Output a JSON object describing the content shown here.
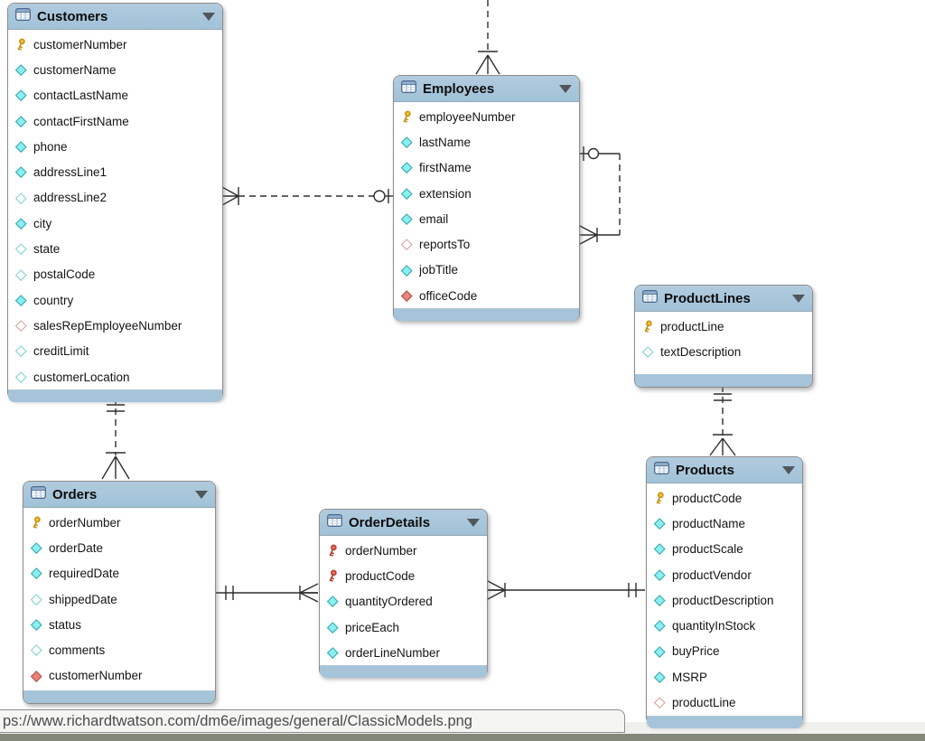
{
  "browser": {
    "status_url": "ps://www.richardtwatson.com/dm6e/images/general/ClassicModels.png"
  },
  "tables": {
    "customers": {
      "title": "Customers",
      "fields": [
        {
          "name": "customerNumber",
          "icon": "pk"
        },
        {
          "name": "customerName",
          "icon": "attr"
        },
        {
          "name": "contactLastName",
          "icon": "attr"
        },
        {
          "name": "contactFirstName",
          "icon": "attr"
        },
        {
          "name": "phone",
          "icon": "attr"
        },
        {
          "name": "addressLine1",
          "icon": "attr"
        },
        {
          "name": "addressLine2",
          "icon": "attr-null"
        },
        {
          "name": "city",
          "icon": "attr"
        },
        {
          "name": "state",
          "icon": "attr-null"
        },
        {
          "name": "postalCode",
          "icon": "attr-null"
        },
        {
          "name": "country",
          "icon": "attr"
        },
        {
          "name": "salesRepEmployeeNumber",
          "icon": "fk-null"
        },
        {
          "name": "creditLimit",
          "icon": "attr-null"
        },
        {
          "name": "customerLocation",
          "icon": "attr-null"
        }
      ]
    },
    "employees": {
      "title": "Employees",
      "fields": [
        {
          "name": "employeeNumber",
          "icon": "pk"
        },
        {
          "name": "lastName",
          "icon": "attr"
        },
        {
          "name": "firstName",
          "icon": "attr"
        },
        {
          "name": "extension",
          "icon": "attr"
        },
        {
          "name": "email",
          "icon": "attr"
        },
        {
          "name": "reportsTo",
          "icon": "fk-null"
        },
        {
          "name": "jobTitle",
          "icon": "attr"
        },
        {
          "name": "officeCode",
          "icon": "fk"
        }
      ]
    },
    "productlines": {
      "title": "ProductLines",
      "fields": [
        {
          "name": "productLine",
          "icon": "pk"
        },
        {
          "name": "textDescription",
          "icon": "attr-null"
        }
      ]
    },
    "products": {
      "title": "Products",
      "fields": [
        {
          "name": "productCode",
          "icon": "pk"
        },
        {
          "name": "productName",
          "icon": "attr"
        },
        {
          "name": "productScale",
          "icon": "attr"
        },
        {
          "name": "productVendor",
          "icon": "attr"
        },
        {
          "name": "productDescription",
          "icon": "attr"
        },
        {
          "name": "quantityInStock",
          "icon": "attr"
        },
        {
          "name": "buyPrice",
          "icon": "attr"
        },
        {
          "name": "MSRP",
          "icon": "attr"
        },
        {
          "name": "productLine",
          "icon": "fk-null"
        }
      ]
    },
    "orders": {
      "title": "Orders",
      "fields": [
        {
          "name": "orderNumber",
          "icon": "pk"
        },
        {
          "name": "orderDate",
          "icon": "attr"
        },
        {
          "name": "requiredDate",
          "icon": "attr"
        },
        {
          "name": "shippedDate",
          "icon": "attr-null"
        },
        {
          "name": "status",
          "icon": "attr"
        },
        {
          "name": "comments",
          "icon": "attr-null"
        },
        {
          "name": "customerNumber",
          "icon": "fk"
        }
      ]
    },
    "orderdetails": {
      "title": "OrderDetails",
      "fields": [
        {
          "name": "orderNumber",
          "icon": "pk-fk"
        },
        {
          "name": "productCode",
          "icon": "pk-fk"
        },
        {
          "name": "quantityOrdered",
          "icon": "attr"
        },
        {
          "name": "priceEach",
          "icon": "attr"
        },
        {
          "name": "orderLineNumber",
          "icon": "attr"
        }
      ]
    }
  },
  "relationships": [
    {
      "from": "offscreen-top",
      "to": "Employees",
      "line": "dashed",
      "from_end": "unknown",
      "to_end": "one-or-many"
    },
    {
      "from": "Employees",
      "to": "Customers",
      "line": "dashed",
      "from_end": "zero-or-one",
      "to_end": "one-or-many"
    },
    {
      "from": "Employees",
      "to": "Employees",
      "line": "dashed",
      "note": "reportsTo self-reference",
      "from_end": "zero-or-one",
      "to_end": "one-or-many"
    },
    {
      "from": "Customers",
      "to": "Orders",
      "line": "dashed",
      "from_end": "exactly-one",
      "to_end": "one-or-many"
    },
    {
      "from": "ProductLines",
      "to": "Products",
      "line": "dashed",
      "from_end": "exactly-one",
      "to_end": "one-or-many"
    },
    {
      "from": "Orders",
      "to": "OrderDetails",
      "line": "solid",
      "from_end": "exactly-one",
      "to_end": "one-or-many"
    },
    {
      "from": "Products",
      "to": "OrderDetails",
      "line": "solid",
      "from_end": "exactly-one",
      "to_end": "one-or-many"
    }
  ],
  "colors": {
    "table_header": "#a8c6da",
    "table_border": "#8d8d8d",
    "connector": "#2e2e2e",
    "attribute_cyan": "#8deef0",
    "foreign_key_red": "#e8857b",
    "primary_key_gold": "#f2c73c",
    "window_edge": "#84887b"
  }
}
